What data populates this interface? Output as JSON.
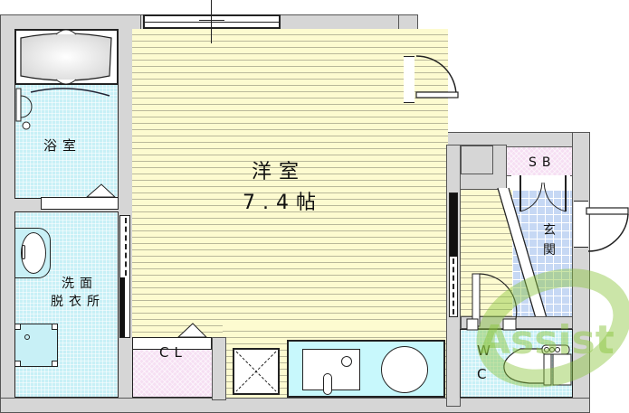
{
  "floor_plan": {
    "rooms": {
      "western_room": {
        "name": "洋室",
        "size": "7.4帖"
      },
      "bathroom": {
        "name": "浴室"
      },
      "washroom": {
        "line1": "洗面",
        "line2": "脱衣所"
      },
      "closet": {
        "name": "CL"
      },
      "shoe_box": {
        "name": "SB"
      },
      "entrance": {
        "name": "玄関"
      },
      "toilet": {
        "line1": "W",
        "line2": "C"
      }
    },
    "watermark": {
      "text": "Assist",
      "color": "#8cc63f"
    },
    "colors": {
      "wall": "#d6d6d6",
      "wood_floor": "#fdfbd0",
      "wet_area_tile": "#c8f0f6",
      "entrance_tile": "#c6d8f4",
      "closet_floor": "#f6dff3",
      "kitchen_counter": "#c8f8fc"
    }
  }
}
